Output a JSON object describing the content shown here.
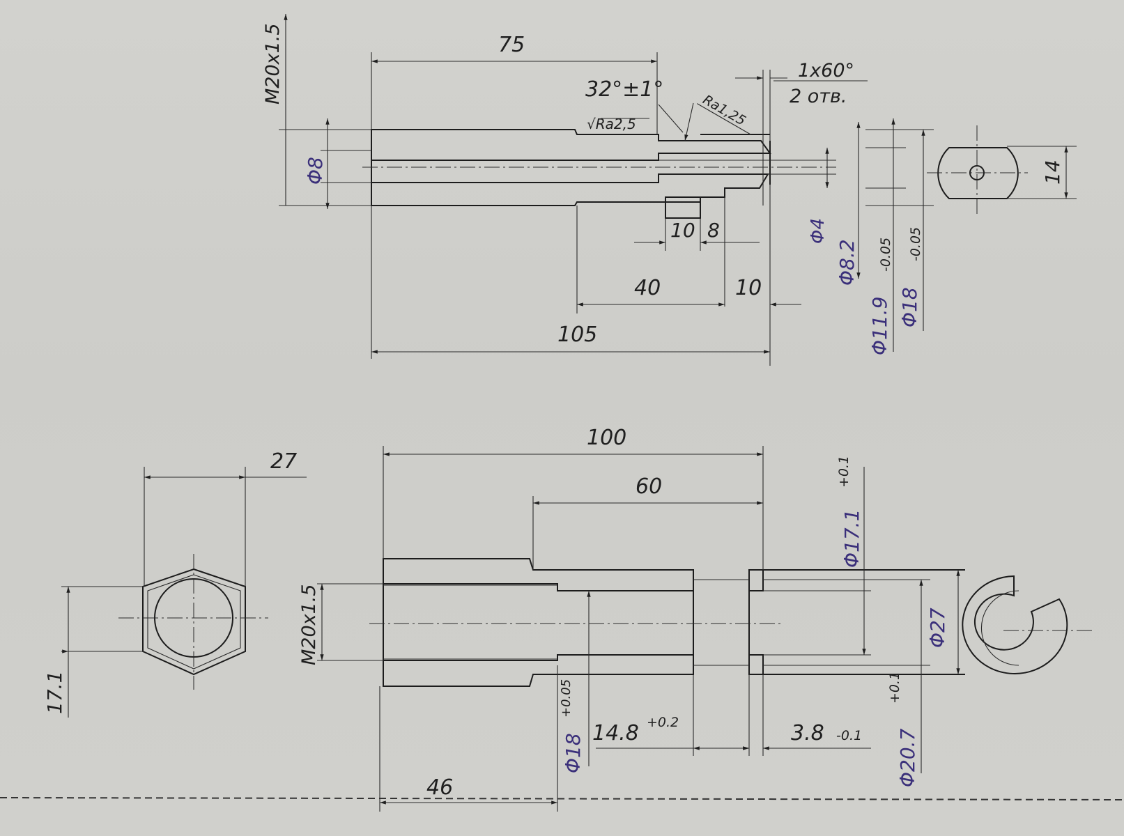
{
  "drawing": {
    "part_top": {
      "length_75": "75",
      "thread": "M20x1.5",
      "bore": "Φ8",
      "angle": "32°±1°",
      "roughness_a": "√Ra2,5",
      "roughness_b": "Ra1,25",
      "chamfer_line1": "1x60°",
      "chamfer_line2": "2 отв.",
      "groove_10": "10",
      "groove_8": "8",
      "dia_4": "Φ4",
      "dia_8_2": "Φ8.2",
      "dia_11_9": "Φ11.9",
      "tol_11_9": "-0.05",
      "dia_18": "Φ18",
      "tol_18": "-0.05",
      "length_40": "40",
      "length_10": "10",
      "length_105": "105",
      "flat_14": "14"
    },
    "part_bottom": {
      "length_100": "100",
      "length_60": "60",
      "thread": "M20x1.5",
      "dia_17_1": "Φ17.1",
      "tol_17_1": "+0.1",
      "dia_27": "Φ27",
      "dia_18": "Φ18",
      "tol_18": "+0.05",
      "width_14_8": "14.8",
      "tol_14_8": "+0.2",
      "width_3_8": "3.8",
      "tol_3_8": "-0.1",
      "dia_20_7": "Φ20.7",
      "tol_20_7": "+0.1",
      "length_46": "46",
      "hex_27": "27",
      "hex_17_1": "17.1"
    }
  }
}
